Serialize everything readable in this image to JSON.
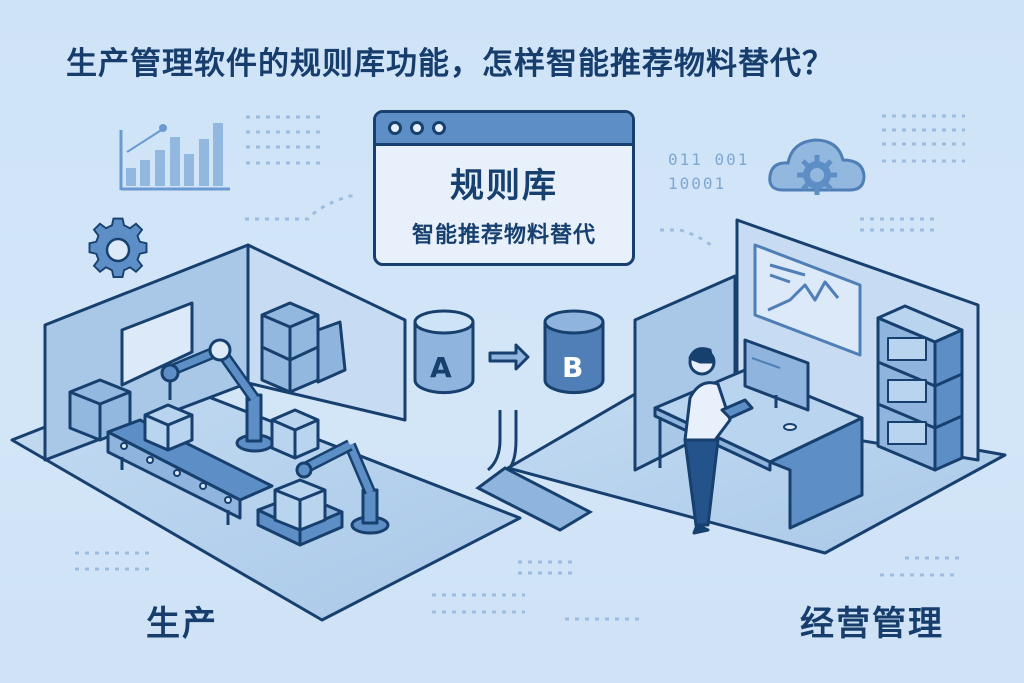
{
  "title": "生产管理软件的规则库功能，怎样智能推荐物料替代？",
  "rule_window": {
    "heading": "规则库",
    "subheading": "智能推荐物料替代",
    "window_dots": 3
  },
  "substitution": {
    "from_label": "A",
    "to_label": "B",
    "arrow": "right-arrow"
  },
  "binary_text": {
    "line1": "011 001",
    "line2": "10001"
  },
  "zones": {
    "left_label": "生产",
    "right_label": "经营管理"
  },
  "icons": [
    "bar-chart-icon",
    "gear-icon",
    "cloud-gear-icon",
    "database-a-icon",
    "database-b-icon",
    "robot-arm-icon",
    "conveyor-icon",
    "box-icon",
    "shelf-icon",
    "monitor-icon",
    "person-icon"
  ],
  "colors": {
    "background": "#cfe3f7",
    "outline": "#17406f",
    "accent": "#5d8fc6",
    "panel_light": "#b9d4ee",
    "panel_mid": "#8fb4dd",
    "text": "#163d6b"
  }
}
